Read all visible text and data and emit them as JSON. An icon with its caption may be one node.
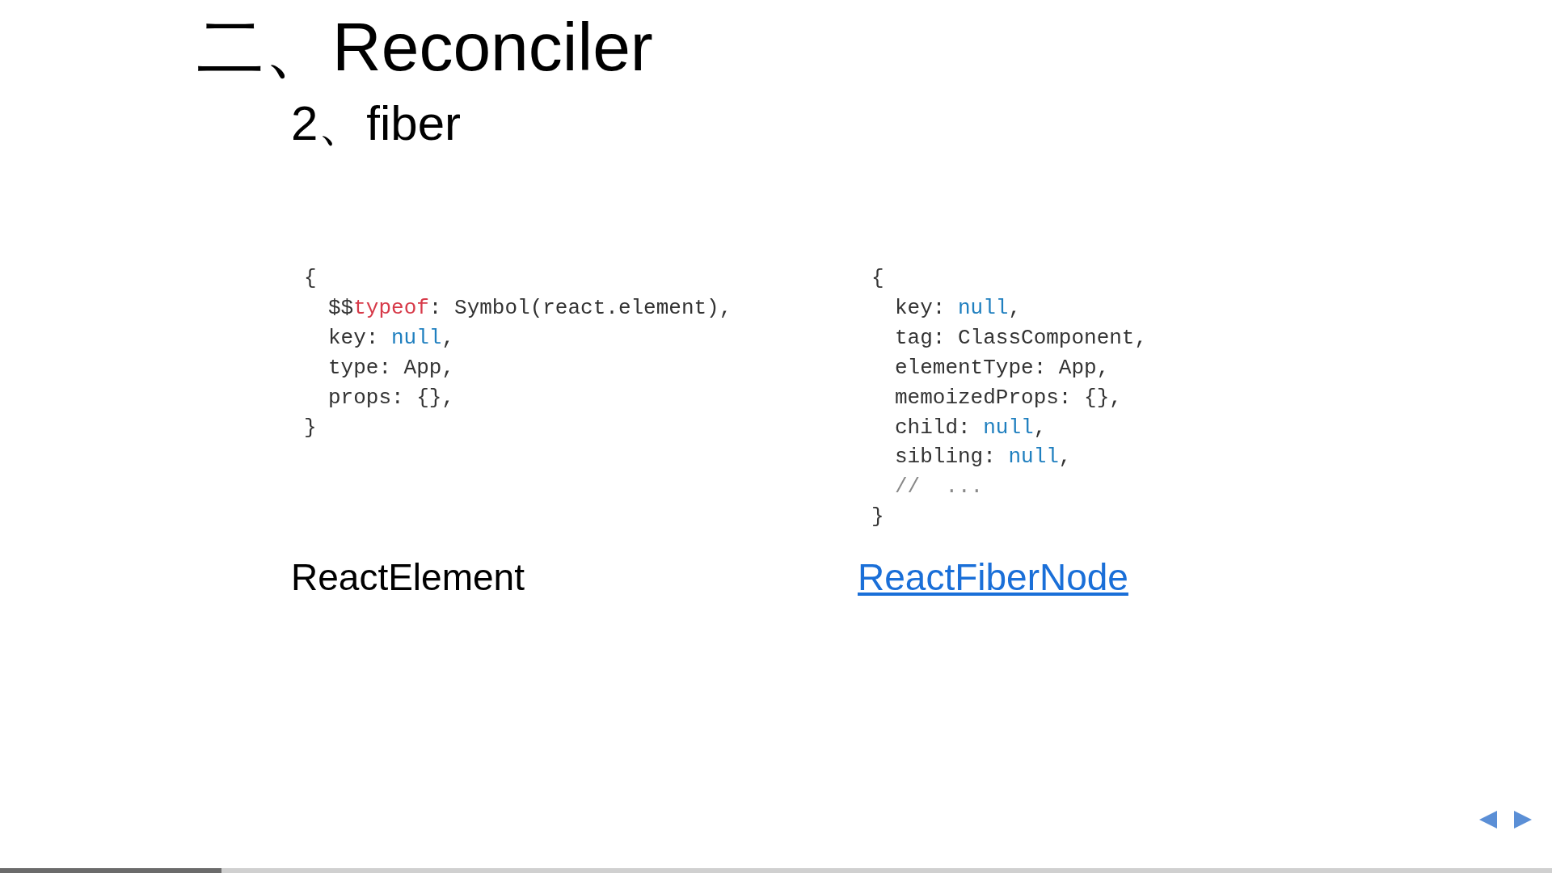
{
  "diagram": {
    "title": "二、Reconciler",
    "labels": [
      "2、fiber",
      "{",
      "$$typeof: Symbol(react.element),",
      "key: null,",
      "type: App,",
      "props: {},",
      "}",
      "{",
      "key: null,",
      "tag: ClassComponent,",
      "elementType: App,",
      "memoizedProps: {},",
      "child: null,",
      "sibling: null,",
      "//  ...",
      "}",
      "ReactElement",
      "ReactFiberNode"
    ]
  }
}
